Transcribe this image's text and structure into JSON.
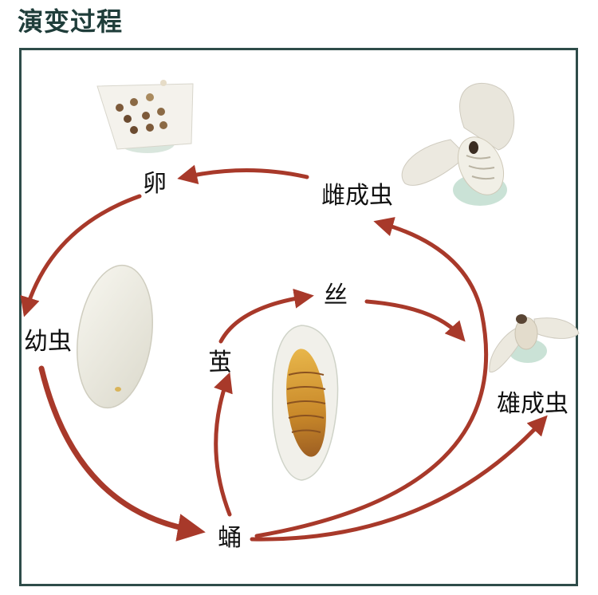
{
  "header": {
    "title": "演变过程"
  },
  "stages": {
    "egg": "卵",
    "female_adult": "雌成虫",
    "larva": "幼虫",
    "silk": "丝",
    "cocoon": "茧",
    "male_adult": "雄成虫",
    "pupa": "蛹"
  },
  "colors": {
    "arrow": "#a8392a",
    "title": "#1f3d3a",
    "frame": "#2e4c49"
  }
}
